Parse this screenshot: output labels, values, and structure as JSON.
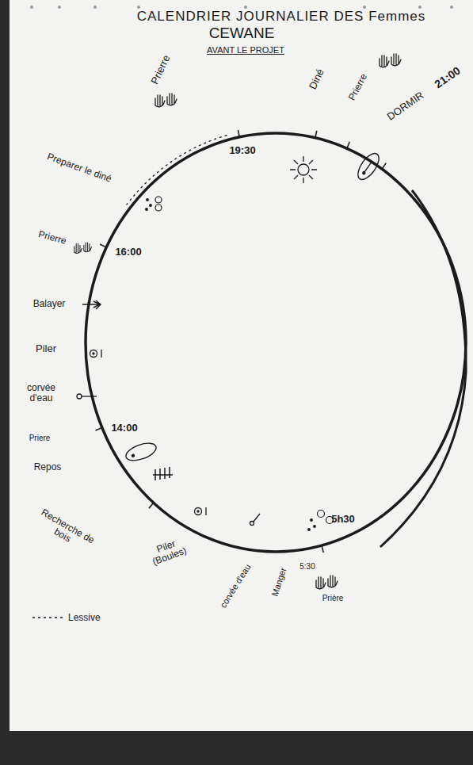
{
  "diagram": {
    "title": "CALENDRIER JOURNALIER DES Femmes",
    "labels": [
      "CEWANE",
      "AVANT LE PROJET",
      "Prierre",
      "Diné",
      "Prierre",
      "DORMIR",
      "21:00",
      "19:30",
      "Preparer le diné",
      "Prierre",
      "16:00",
      "Balayer",
      "Piler",
      "corvée d'eau",
      "14:00",
      "Priere",
      "Repos",
      "Recherche de bois",
      "Piler (Boules)",
      "corvée d'eau",
      "Manger",
      "5h30",
      "5:30",
      "Prière"
    ],
    "legend": [
      {
        "text": "Lessive"
      }
    ]
  }
}
